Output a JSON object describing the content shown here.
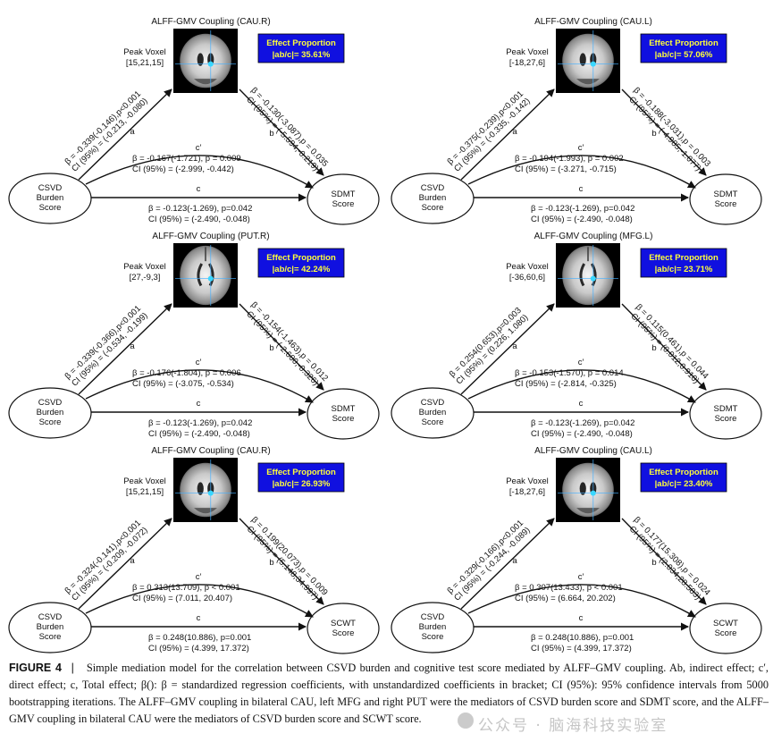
{
  "panels": [
    {
      "title": "ALFF-GMV Coupling (CAU.R)",
      "peak_label": "Peak Voxel",
      "peak_coords": "[15,21,15]",
      "brain_view": "coronal",
      "effect_title": "Effect Proportion",
      "effect_value": "|ab/c|= 35.61%",
      "a_line1": "β = -0.339(-0.146),p<0.001",
      "a_line2": "CI (95%) = (-0.213, -0.080)",
      "b_line1": "β = -0.130(-3.087),p = 0.035",
      "b_line2": "CI (95%) = (-5.594,-0.219)",
      "cp_line1": "β = -0.167(-1.721), p = 0.009",
      "cp_line2": "CI (95%) = (-2.999, -0.442)",
      "c_line1": "β = -0.123(-1.269), p=0.042",
      "c_line2": "CI (95%) = (-2.490, -0.048)",
      "x_node": [
        "CSVD",
        "Burden",
        "Score"
      ],
      "y_node": [
        "SDMT",
        "Score"
      ]
    },
    {
      "title": "ALFF-GMV Coupling (CAU.L)",
      "peak_label": "Peak Voxel",
      "peak_coords": "[-18,27,6]",
      "brain_view": "coronal",
      "effect_title": "Effect Proportion",
      "effect_value": "|ab/c|= 57.06%",
      "a_line1": "β = -0.375(-0.239),p<0.001",
      "a_line2": "CI (95%) = (-0.335, -0.142)",
      "b_line1": "β = -0.188(-3.031),p = 0.003",
      "b_line2": "CI (95%) = (-4.985,-1.077)",
      "cp_line1": "β = -0.194(-1.993), p = 0.002",
      "cp_line2": "CI (95%) = (-3.271, -0.715)",
      "c_line1": "β = -0.123(-1.269), p=0.042",
      "c_line2": "CI (95%) = (-2.490, -0.048)",
      "x_node": [
        "CSVD",
        "Burden",
        "Score"
      ],
      "y_node": [
        "SDMT",
        "Score"
      ]
    },
    {
      "title": "ALFF-GMV Coupling (PUT.R)",
      "peak_label": "Peak Voxel",
      "peak_coords": "[27,-9,3]",
      "brain_view": "axial",
      "effect_title": "Effect Proportion",
      "effect_value": "|ab/c|= 42.24%",
      "a_line1": "β = -0.339(-0.366),p<0.001",
      "a_line2": "CI (95%) = (-0.534, -0.199)",
      "b_line1": "β = -0.154(-1.463),p = 0.012",
      "b_line2": "CI (95%) = (-2.600,-0.326)",
      "cp_line1": "β = -0.176(-1.804), p = 0.006",
      "cp_line2": "CI (95%) = (-3.075, -0.534)",
      "c_line1": "β = -0.123(-1.269), p=0.042",
      "c_line2": "CI (95%) = (-2.490, -0.048)",
      "x_node": [
        "CSVD",
        "Burden",
        "Score"
      ],
      "y_node": [
        "SDMT",
        "Score"
      ]
    },
    {
      "title": "ALFF-GMV Coupling (MFG.L)",
      "peak_label": "Peak Voxel",
      "peak_coords": "[-36,60,6]",
      "brain_view": "axial",
      "effect_title": "Effect Proportion",
      "effect_value": "|ab/c|= 23.71%",
      "a_line1": "β = 0.254(0.653),p=0.003",
      "a_line2": "CI (95%) = (0.226, 1.080)",
      "b_line1": "β = 0.115(0.461),p = 0.044",
      "b_line2": "CI (95%) = (0.012,0.910)",
      "cp_line1": "β = -0.153(-1.570), p = 0.014",
      "cp_line2": "CI (95%) = (-2.814, -0.325)",
      "c_line1": "β = -0.123(-1.269), p=0.042",
      "c_line2": "CI (95%) = (-2.490, -0.048)",
      "x_node": [
        "CSVD",
        "Burden",
        "Score"
      ],
      "y_node": [
        "SDMT",
        "Score"
      ]
    },
    {
      "title": "ALFF-GMV Coupling (CAU.R)",
      "peak_label": "Peak Voxel",
      "peak_coords": "[15,21,15]",
      "brain_view": "coronal",
      "effect_title": "Effect Proportion",
      "effect_value": "|ab/c|= 26.93%",
      "a_line1": "β = -0.324(-0.141),p<0.001",
      "a_line2": "CI (95%) = (-0.209, -0.072)",
      "b_line1": "β = 0.199(20.073),p = 0.009",
      "b_line2": "CI (95%) = (5.148,34.997)",
      "cp_line1": "β = 0.313(13.709), p < 0.001",
      "cp_line2": "CI (95%) = (7.011, 20.407)",
      "c_line1": "β = 0.248(10.886), p=0.001",
      "c_line2": "CI (95%) = (4.399, 17.372)",
      "x_node": [
        "CSVD",
        "Burden",
        "Score"
      ],
      "y_node": [
        "SCWT",
        "Score"
      ]
    },
    {
      "title": "ALFF-GMV Coupling (CAU.L)",
      "peak_label": "Peak Voxel",
      "peak_coords": "[-18,27,6]",
      "brain_view": "coronal",
      "effect_title": "Effect Proportion",
      "effect_value": "|ab/c|= 23.40%",
      "a_line1": "β = -0.329(-0.166),p<0.001",
      "a_line2": "CI (95%) = (-0.244, -0.089)",
      "b_line1": "β = 0.177(15.308),p = 0.024",
      "b_line2": "CI (95%) = (2.034,28.583)",
      "cp_line1": "β = 0.307(13.433), p < 0.001",
      "cp_line2": "CI (95%) = (6.664, 20.202)",
      "c_line1": "β = 0.248(10.886), p=0.001",
      "c_line2": "CI (95%) = (4.399, 17.372)",
      "x_node": [
        "CSVD",
        "Burden",
        "Score"
      ],
      "y_node": [
        "SCWT",
        "Score"
      ]
    }
  ],
  "path_labels": {
    "a": "a",
    "b": "b",
    "c_prime": "c′",
    "c": "c"
  },
  "colors": {
    "effect_box": "#1010e0",
    "effect_text": "#ffff3a",
    "arrow": "#111111"
  },
  "caption": {
    "label": "FIGURE 4",
    "separator": "|",
    "text": "Simple mediation model for the correlation between CSVD burden and cognitive test score mediated by ALFF–GMV coupling. Ab, indirect effect; c′, direct effect; c, Total effect; β(): β = standardized regression coefficients, with unstandardized coefficients in bracket; CI (95%): 95% confidence intervals from 5000 bootstrapping iterations. The ALFF–GMV coupling in bilateral CAU, left MFG and right PUT were the mediators of CSVD burden score and SDMT score, and the ALFF–GMV coupling in bilateral CAU were the mediators of CSVD burden score and SCWT score."
  },
  "watermark": "公众号 · 脑海科技实验室"
}
